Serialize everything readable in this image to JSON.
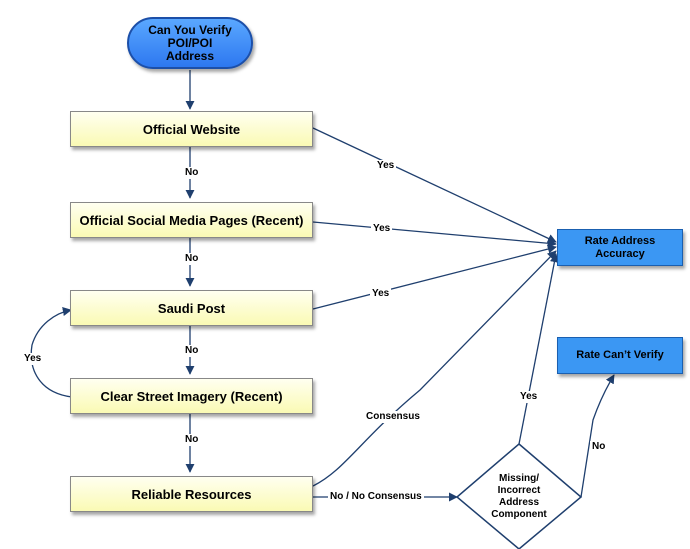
{
  "nodes": {
    "start": "Can You Verify POI/POI Address",
    "official_website": "Official Website",
    "social_media": "Official Social Media Pages (Recent)",
    "saudi_post": "Saudi Post",
    "street_imagery": "Clear Street Imagery (Recent)",
    "reliable_resources": "Reliable Resources",
    "rate_accuracy": "Rate Address Accuracy",
    "rate_cant_verify": "Rate Can’t Verify",
    "decision": "Missing/ Incorrect Address Component"
  },
  "labels": {
    "no_1": "No",
    "no_2": "No",
    "no_3": "No",
    "no_4": "No",
    "yes_website": "Yes",
    "yes_social": "Yes",
    "yes_saudi": "Yes",
    "yes_loop": "Yes",
    "consensus": "Consensus",
    "no_consensus": "No / No Consensus",
    "yes_decision": "Yes",
    "no_decision": "No"
  },
  "colors": {
    "line": "#1f3f6e",
    "start_fill": "#3f8cf7",
    "box_fill": "#fafab4",
    "blue_fill": "#3b97f3"
  }
}
